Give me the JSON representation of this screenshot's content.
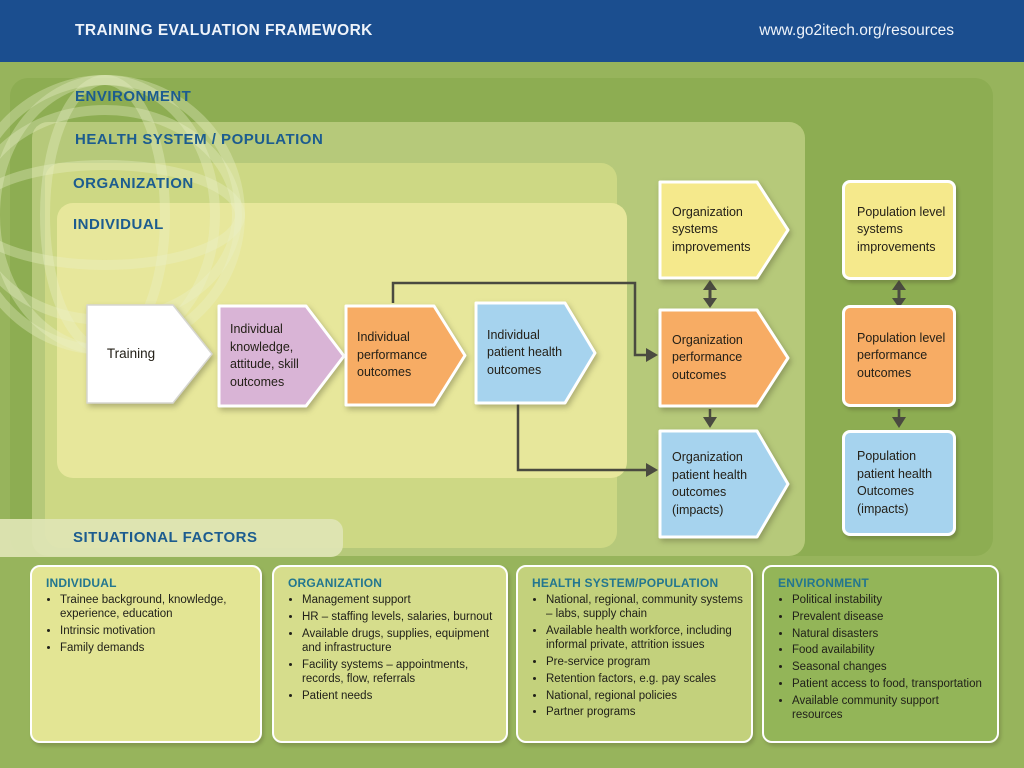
{
  "header": {
    "title": "TRAINING EVALUATION FRAMEWORK",
    "url": "www.go2itech.org/resources"
  },
  "layers": {
    "environment": "ENVIRONMENT",
    "health_system": "HEALTH SYSTEM / POPULATION",
    "organization": "ORGANIZATION",
    "individual": "INDIVIDUAL",
    "situational": "SITUATIONAL FACTORS"
  },
  "flow": {
    "training": "Training",
    "knowledge": "Individual knowledge, attitude, skill outcomes",
    "performance": "Individual performance outcomes",
    "patient": "Individual patient health outcomes"
  },
  "org_column": [
    {
      "label": "Organization systems improvements",
      "color": "yellow"
    },
    {
      "label": "Organization performance outcomes",
      "color": "orange"
    },
    {
      "label": "Organization patient health outcomes (impacts)",
      "color": "blue"
    }
  ],
  "pop_column": [
    {
      "label": "Population level systems improvements",
      "color": "yellow"
    },
    {
      "label": "Population level performance outcomes",
      "color": "orange"
    },
    {
      "label": "Population patient health Outcomes (impacts)",
      "color": "blue"
    }
  ],
  "factor_boxes": [
    {
      "title": "INDIVIDUAL",
      "bullets": [
        "Trainee background, knowledge, experience, education",
        "Intrinsic motivation",
        "Family demands"
      ]
    },
    {
      "title": "ORGANIZATION",
      "bullets": [
        "Management support",
        "HR – staffing levels, salaries, burnout",
        "Available drugs, supplies, equipment and infrastructure",
        "Facility systems – appointments, records, flow, referrals",
        "Patient needs"
      ]
    },
    {
      "title": "HEALTH SYSTEM/POPULATION",
      "bullets": [
        "National, regional, community systems – labs, supply chain",
        "Available health workforce, including informal private, attrition issues",
        "Pre-service program",
        "Retention factors, e.g. pay scales",
        "National, regional policies",
        "Partner programs"
      ]
    },
    {
      "title": "ENVIRONMENT",
      "bullets": [
        "Political instability",
        "Prevalent disease",
        "Natural disasters",
        "Food availability",
        "Seasonal changes",
        "Patient access to food, transportation",
        "Available community support resources"
      ]
    }
  ],
  "colors": {
    "header_bg": "#1b4e8f",
    "header_text": "#eef3fa",
    "page_bg": "#97b45c",
    "env_layer": "#8dad52",
    "health_layer": "#b6c97a",
    "org_layer": "#cdd884",
    "ind_layer": "#e7e79b",
    "band": "#dfe5b5",
    "label_blue": "#1c5c8f",
    "teal": "#23768f",
    "text_dark": "#21211a",
    "yellow": "#f5e98c",
    "orange": "#f7ac64",
    "blue": "#a6d3ee",
    "purple": "#d9b4d6",
    "connector": "#4a4a40",
    "fb1": "#e3e594",
    "fb2": "#d6dd8c",
    "fb3": "#c3d17c",
    "fb4": "#93b558"
  }
}
